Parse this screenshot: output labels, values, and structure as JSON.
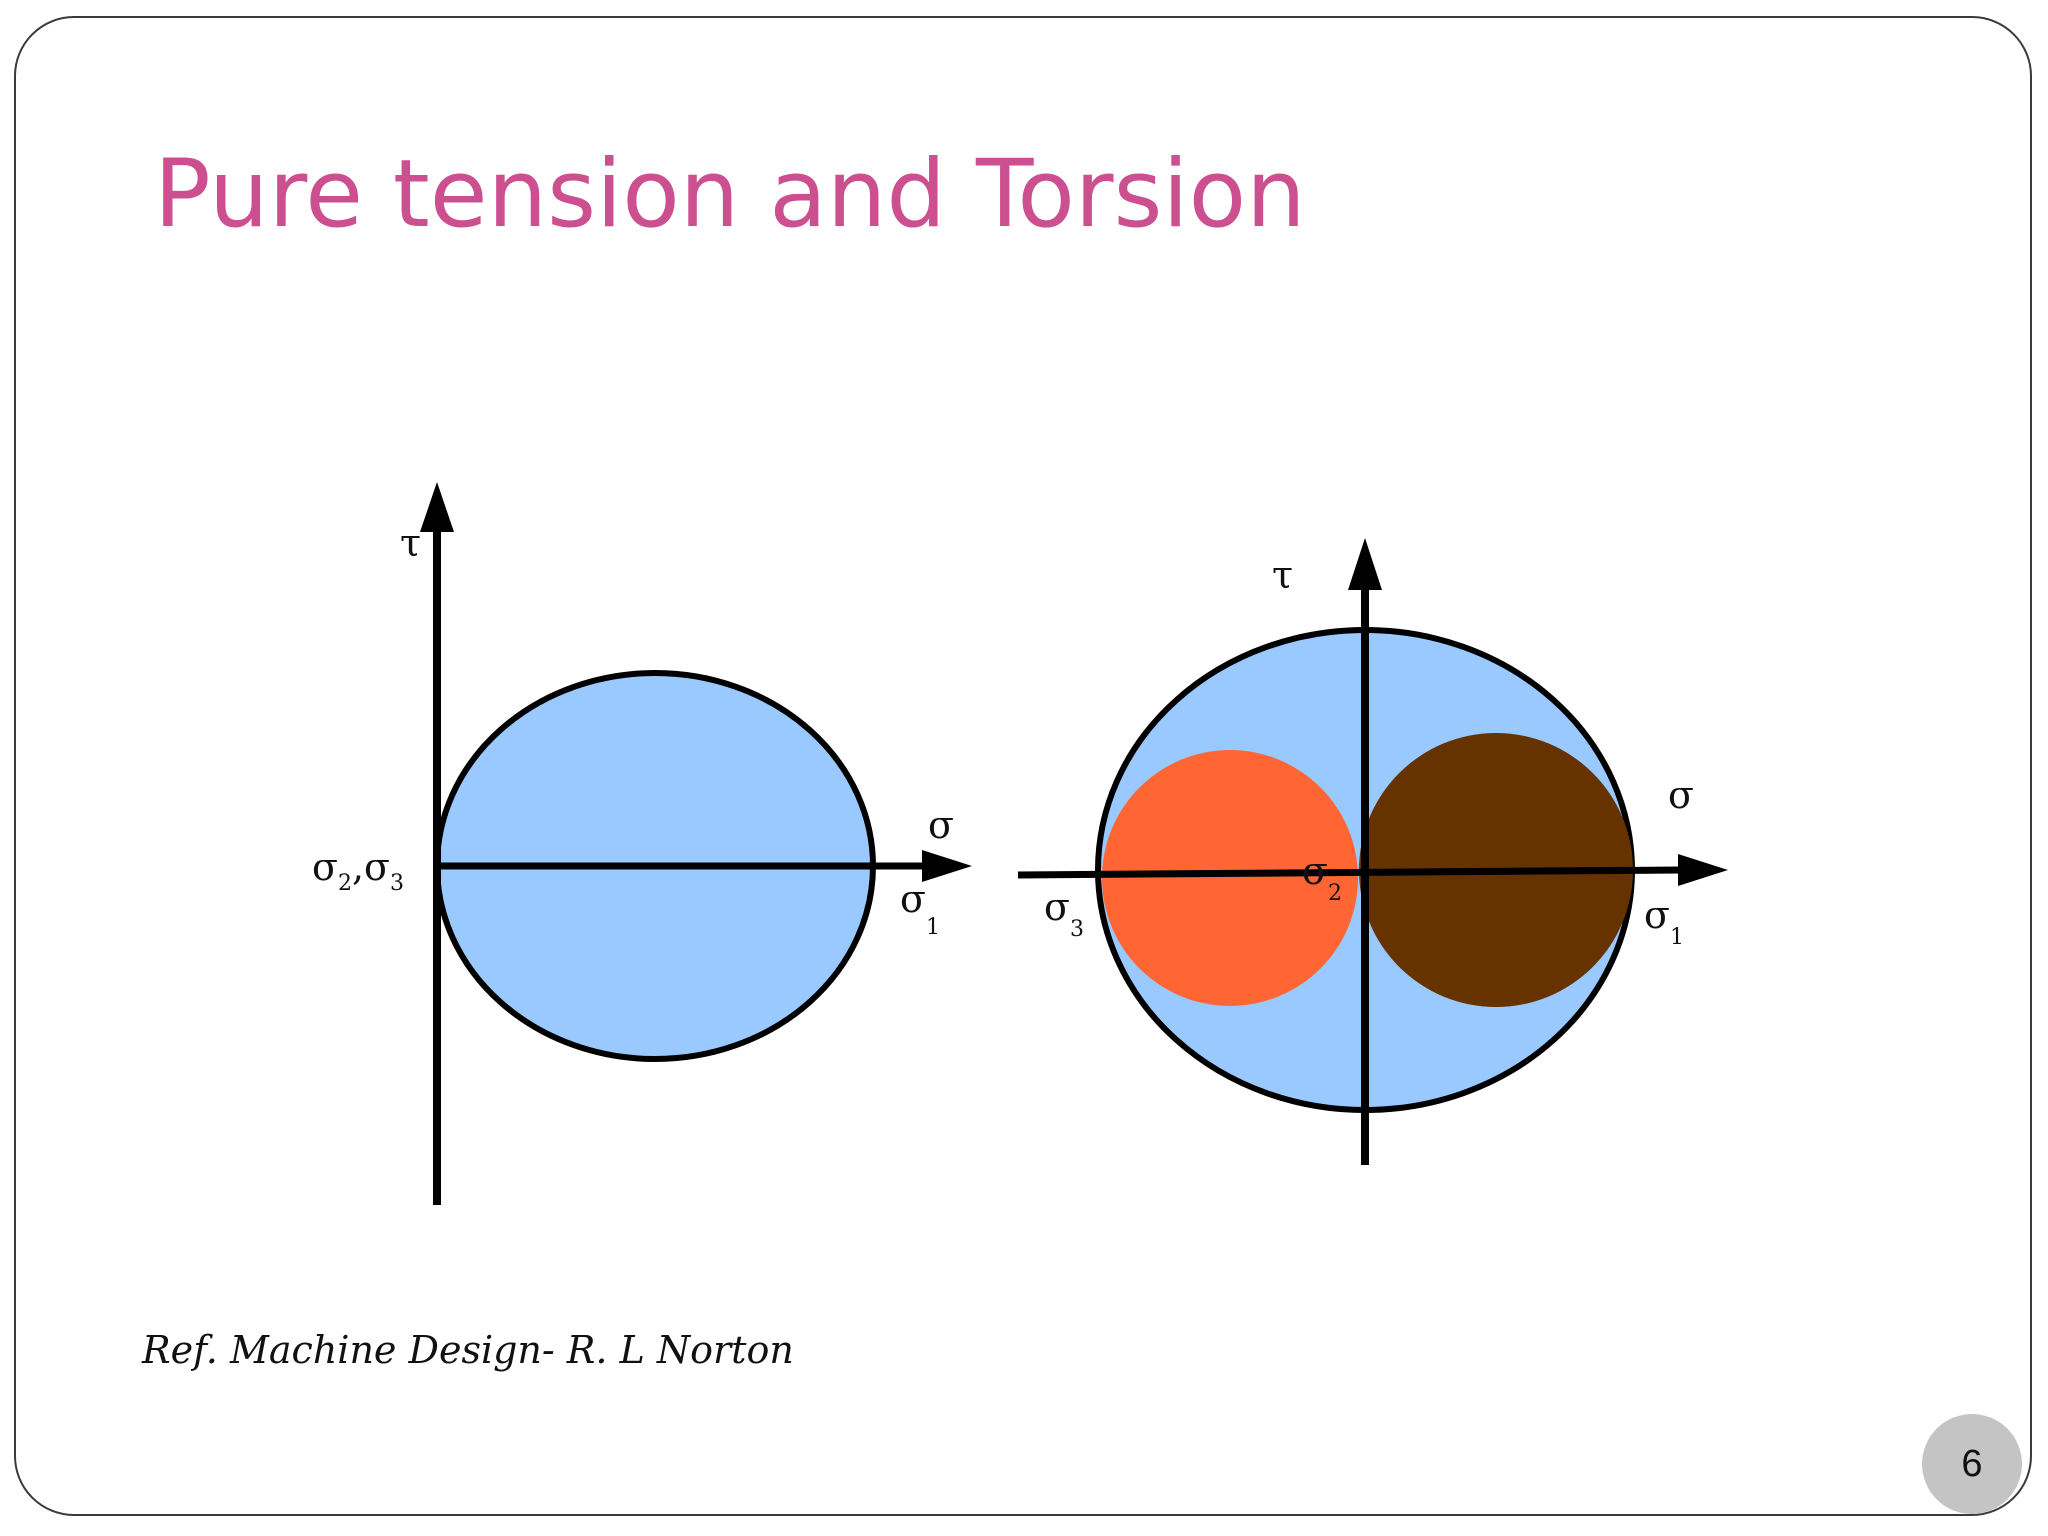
{
  "slide": {
    "title": "Pure tension and Torsion",
    "reference": "Ref. Machine Design- R. L  Norton",
    "page_number": "6"
  },
  "pure_tension_diagram": {
    "tau_label": "τ",
    "sigma_label": "σ",
    "sigma23_main": "σ",
    "sigma23_sub1": "2",
    "sigma23_sep": ",σ",
    "sigma23_sub2": "3",
    "sigma1_main": "σ",
    "sigma1_sub": "1"
  },
  "torsion_diagram": {
    "tau_label": "τ",
    "sigma_label": "σ",
    "sigma3_main": "σ",
    "sigma3_sub": "3",
    "sigma2_main": "σ",
    "sigma2_sub": "2",
    "sigma1_main": "σ",
    "sigma1_sub": "1"
  },
  "colors": {
    "title": "#cc4f8f",
    "circle_fill": "#99c9ff",
    "small_circle_left": "#ff6633",
    "small_circle_right": "#663300",
    "outline": "#000000",
    "badge": "#c4c4c4"
  }
}
